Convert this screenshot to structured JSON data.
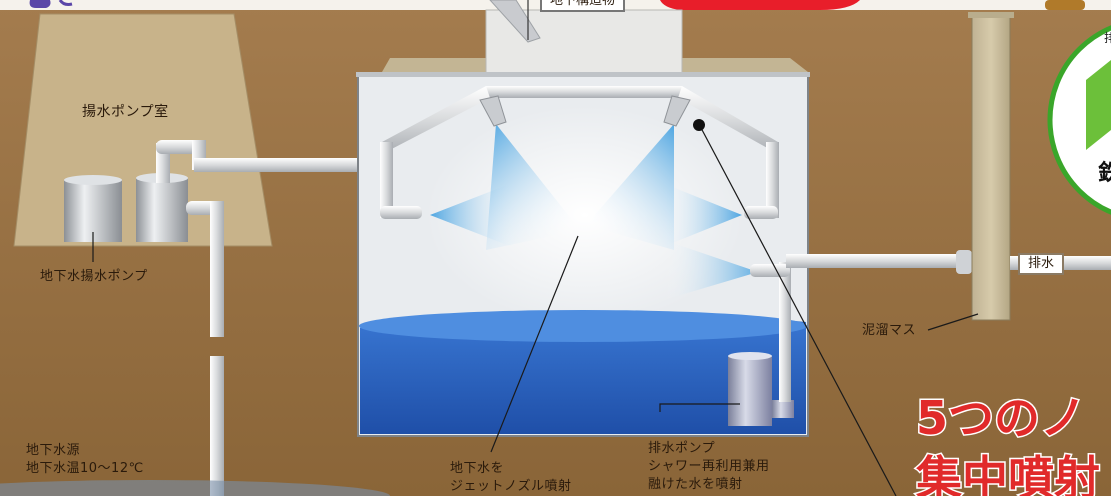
{
  "labels": {
    "pump_room": "揚水ポンプ室",
    "groundwater_pump": "地下水揚水ポンプ",
    "water_source_line1": "地下水源",
    "water_source_line2": "地下水温10～12℃",
    "jet_line1": "地下水を",
    "jet_line2": "ジェットノズル噴射",
    "drain_pump_line1": "排水ポンプ",
    "drain_pump_line2": "シャワー再利用兼用",
    "drain_pump_line3": "融けた水を噴射",
    "mud_basin": "泥溜マス",
    "drain": "排水",
    "top_tag": "地下構造物"
  },
  "promo": {
    "line1": "5つのノ",
    "line2": "集中噴射"
  },
  "colors": {
    "ground": "#9a7346",
    "tank_interior": "#eef0f2",
    "water": "#2a62c4",
    "spray": "#5aaee4",
    "promo_red": "#e12a2a",
    "badge_green": "#3aa62a"
  }
}
